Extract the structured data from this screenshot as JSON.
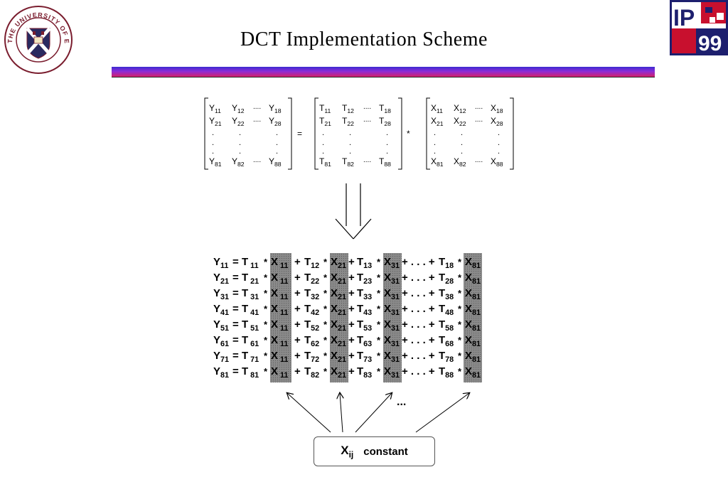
{
  "title": "DCT  Implementation  Scheme",
  "logos": {
    "university_text": "THE UNIVERSITY OF EDINBURGH",
    "ip_text_top": "IP",
    "ip_text_bottom": "99"
  },
  "matrix_eq": {
    "Y": [
      [
        "Y11",
        "Y12",
        "....",
        "Y18"
      ],
      [
        "Y21",
        "Y22",
        "....",
        "Y28"
      ],
      [
        "Y81",
        "Y82",
        "....",
        "Y88"
      ]
    ],
    "T": [
      [
        "T11",
        "T12",
        "....",
        "T18"
      ],
      [
        "T21",
        "T22",
        "....",
        "T28"
      ],
      [
        "T81",
        "T82",
        "....",
        "T88"
      ]
    ],
    "X": [
      [
        "X11",
        "X12",
        "....",
        "X18"
      ],
      [
        "X21",
        "X22",
        "....",
        "X28"
      ],
      [
        "X81",
        "X82",
        "....",
        "X88"
      ]
    ],
    "equals": "=",
    "times": "*"
  },
  "expansion_rows": [
    {
      "y": "11",
      "t1": "11",
      "t2": "12",
      "t3": "13",
      "tn": "18"
    },
    {
      "y": "21",
      "t1": "21",
      "t2": "22",
      "t3": "23",
      "tn": "28"
    },
    {
      "y": "31",
      "t1": "31",
      "t2": "32",
      "t3": "33",
      "tn": "38"
    },
    {
      "y": "41",
      "t1": "41",
      "t2": "42",
      "t3": "43",
      "tn": "48"
    },
    {
      "y": "51",
      "t1": "51",
      "t2": "52",
      "t3": "53",
      "tn": "58"
    },
    {
      "y": "61",
      "t1": "61",
      "t2": "62",
      "t3": "63",
      "tn": "68"
    },
    {
      "y": "71",
      "t1": "71",
      "t2": "72",
      "t3": "73",
      "tn": "78"
    },
    {
      "y": "81",
      "t1": "81",
      "t2": "82",
      "t3": "83",
      "tn": "88"
    }
  ],
  "x_columns": [
    "11",
    "21",
    "31",
    "81"
  ],
  "ellipsis": "...",
  "constant_box": {
    "symbol": "X",
    "sub": "ij",
    "label": "constant"
  }
}
